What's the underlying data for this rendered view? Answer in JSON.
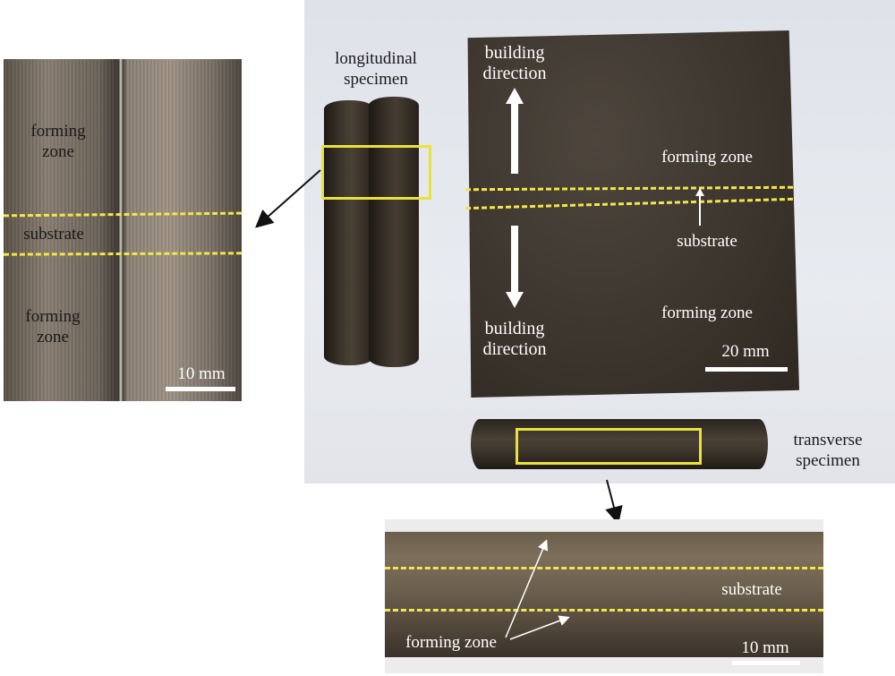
{
  "labels": {
    "longitudinal_line1": "longitudinal",
    "longitudinal_line2": "specimen",
    "transverse_line1": "transverse",
    "transverse_line2": "specimen",
    "building_direction_top_1": "building",
    "building_direction_top_2": "direction",
    "building_direction_bottom_1": "building",
    "building_direction_bottom_2": "direction",
    "forming_zone_plate_top": "forming zone",
    "substrate_plate": "substrate",
    "forming_zone_plate_bottom": "forming zone",
    "scale_plate": "20 mm",
    "left_forming_top_1": "forming",
    "left_forming_top_2": "zone",
    "left_substrate": "substrate",
    "left_forming_bottom_1": "forming",
    "left_forming_bottom_2": "zone",
    "left_scale": "10 mm",
    "bottom_substrate": "substrate",
    "bottom_forming_zone": "forming zone",
    "bottom_scale": "10 mm"
  },
  "colors": {
    "dashed_line": "#f2e64a",
    "highlight_box": "#e8e23a",
    "photo_background": "#e3e6ec",
    "specimen": "#2e2820"
  }
}
